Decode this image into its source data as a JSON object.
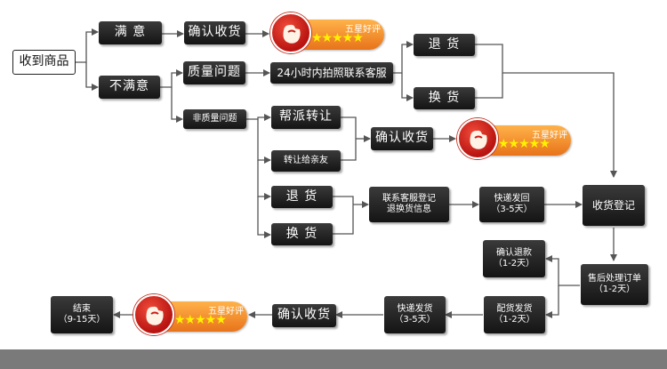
{
  "root": "收到商品",
  "satisfied": "满 意",
  "unsatisfied": "不满意",
  "confirm_receipt": "确认收货",
  "quality_issue": "质量问题",
  "photo_contact": "24小时内拍照联系客服",
  "non_quality_issue": "非质量问题",
  "help_resell": "帮派转让",
  "transfer_friend": "转让给亲友",
  "return_goods": "退 货",
  "exchange_goods": "换 货",
  "contact_register": {
    "line1": "联系客服登记",
    "line2": "退换货信息"
  },
  "express_return": {
    "line1": "快递发回",
    "line2": "（3-5天）"
  },
  "receipt_register": "收货登记",
  "after_sales": {
    "line1": "售后处理订单",
    "line2": "（1-2天）"
  },
  "confirm_refund": {
    "line1": "确认退款",
    "line2": "（1-2天）"
  },
  "dispatch": {
    "line1": "配货发货",
    "line2": "（1-2天）"
  },
  "express_ship": {
    "line1": "快递发货",
    "line2": "（3-5天）"
  },
  "end": {
    "line1": "结束",
    "line2": "（9-15天）"
  },
  "badge": {
    "title": "五星好评",
    "stars": "★★★★★"
  },
  "colors": {
    "node_bg": "#1e1e1e",
    "line": "#555555",
    "badge_orange": "#f08a24",
    "badge_red": "#c8201a",
    "star_yellow": "#fff200"
  }
}
